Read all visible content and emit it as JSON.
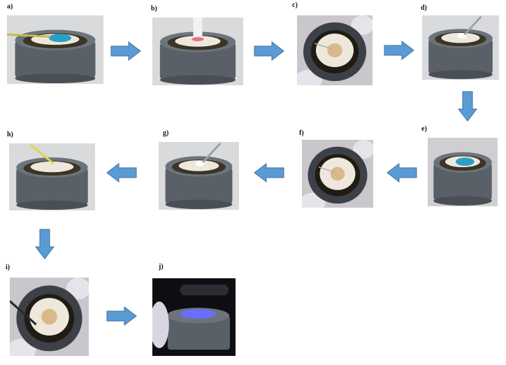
{
  "steps": [
    {
      "id": "a",
      "label": "a)",
      "scene": "blue-etch-syringe"
    },
    {
      "id": "b",
      "label": "b)",
      "scene": "rinse-tip"
    },
    {
      "id": "c",
      "label": "c)",
      "scene": "gloved-dry"
    },
    {
      "id": "d",
      "label": "d)",
      "scene": "applicator"
    },
    {
      "id": "e",
      "label": "e)",
      "scene": "blue-etch"
    },
    {
      "id": "f",
      "label": "f)",
      "scene": "gloved-dry"
    },
    {
      "id": "g",
      "label": "g)",
      "scene": "applicator"
    },
    {
      "id": "h",
      "label": "h)",
      "scene": "yellow-applicator"
    },
    {
      "id": "i",
      "label": "i)",
      "scene": "gloved-tool"
    },
    {
      "id": "j",
      "label": "j)",
      "scene": "light-cure"
    }
  ],
  "colors": {
    "arrow_fill": "#5b9bd5",
    "arrow_stroke": "#41719c",
    "cylinder": "#5a6068",
    "tooth": "#eee8dc",
    "etchant_blue": "#2aa0c8",
    "cure_light": "#6a6dff"
  },
  "icons": {
    "arrow": "block-arrow"
  }
}
